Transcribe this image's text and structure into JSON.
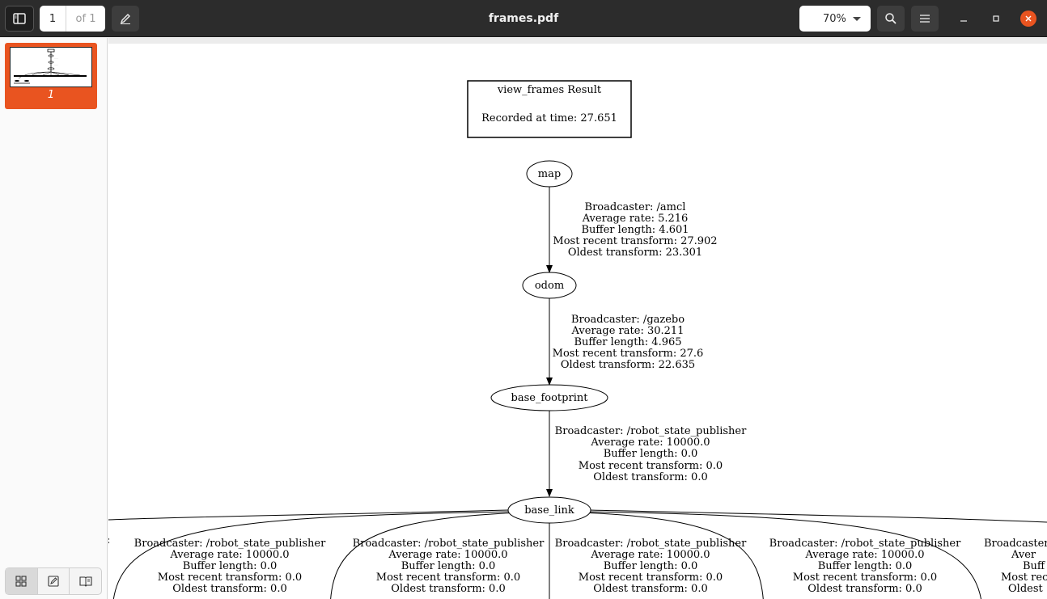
{
  "window": {
    "title": "frames.pdf",
    "page_current": "1",
    "page_total": "of 1",
    "zoom": "70%"
  },
  "icons": {
    "sidebar_toggle": "sidebar-icon",
    "annotate": "pencil-icon",
    "search": "search-icon",
    "menu": "hamburger-menu-icon",
    "minimize": "minimize-icon",
    "maximize": "maximize-icon",
    "close": "close-icon"
  },
  "colors": {
    "accent": "#e95420",
    "titlebar": "#2c2c2c"
  },
  "sidebar": {
    "thumbnail_label": "1"
  },
  "graph": {
    "result_box": {
      "line1": "view_frames Result",
      "line2": "Recorded at time: 27.651"
    },
    "nodes": {
      "map": "map",
      "odom": "odom",
      "base_footprint": "base_footprint",
      "base_link": "base_link"
    },
    "edge_map_odom": [
      "Broadcaster: /amcl",
      "Average rate: 5.216",
      "Buffer length: 4.601",
      "Most recent transform: 27.902",
      "Oldest transform: 23.301"
    ],
    "edge_odom_fp": [
      "Broadcaster: /gazebo",
      "Average rate: 30.211",
      "Buffer length: 4.965",
      "Most recent transform: 27.6",
      "Oldest transform: 22.635"
    ],
    "edge_fp_link": [
      "Broadcaster: /robot_state_publisher",
      "Average rate: 10000.0",
      "Buffer length: 0.0",
      "Most recent transform: 0.0",
      "Oldest transform: 0.0"
    ],
    "child_edge": [
      "Broadcaster: /robot_state_publisher",
      "Average rate: 10000.0",
      "Buffer length: 0.0",
      "Most recent transform: 0.0",
      "Oldest transform: 0.0"
    ],
    "partial_edge": [
      "Broadcaster",
      "Aver",
      "Buff",
      "Most rec",
      "Oldest"
    ]
  }
}
